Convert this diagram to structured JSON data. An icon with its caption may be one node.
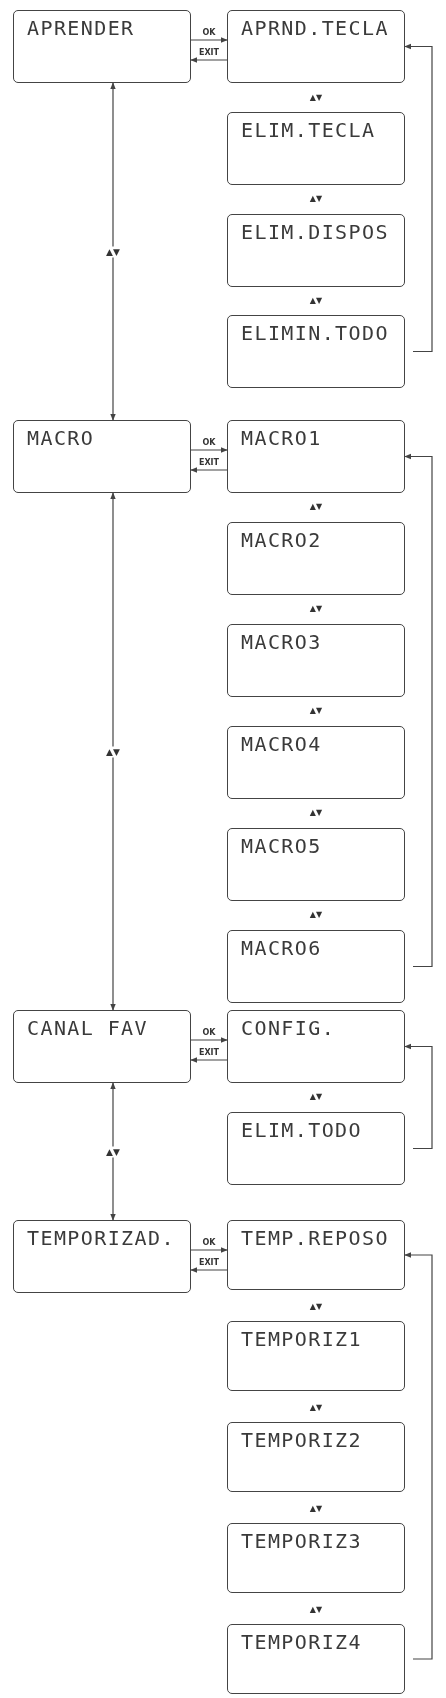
{
  "diagram": {
    "nodes": [
      {
        "text": [
          "APRENDER"
        ]
      },
      {
        "text": [
          "APRND.TECLA"
        ]
      },
      {
        "text": [
          "ELIM.TECLA"
        ]
      },
      {
        "text": [
          "ELIM.DISPOS"
        ]
      },
      {
        "text": [
          "ELIMIN.TODO"
        ]
      },
      {
        "text": [
          "MACRO"
        ]
      },
      {
        "text": [
          "MACRO1"
        ]
      },
      {
        "text": [
          "MACRO2"
        ]
      },
      {
        "text": [
          "MACRO3"
        ]
      },
      {
        "text": [
          "MACRO4"
        ]
      },
      {
        "text": [
          "MACRO5"
        ]
      },
      {
        "text": [
          "MACRO6"
        ]
      },
      {
        "text": [
          "CANAL FAV"
        ]
      },
      {
        "text": [
          "CONFIG."
        ]
      },
      {
        "text": [
          "ELIM.TODO"
        ]
      },
      {
        "text": [
          "TEMPORIZAD."
        ]
      },
      {
        "text": [
          "TEMP.REPOSO"
        ]
      },
      {
        "text": [
          "TEMPORIZ1"
        ]
      },
      {
        "text": [
          "TEMPORIZ2"
        ]
      },
      {
        "text": [
          "TEMPORIZ3"
        ]
      },
      {
        "text": [
          "TEMPORIZ4"
        ]
      }
    ],
    "edges": [
      {
        "from": 0,
        "to": 1,
        "arrow": "to",
        "label": "OK"
      },
      {
        "from": 1,
        "to": 0,
        "arrow": "to",
        "label": "EXIT"
      },
      {
        "from": 4,
        "to": 1,
        "arrow": "to"
      },
      {
        "from": 0,
        "to": 5,
        "arrow": "both",
        "label": "▲▼"
      },
      {
        "from": 5,
        "to": 6,
        "arrow": "to",
        "label": "OK"
      },
      {
        "from": 6,
        "to": 5,
        "arrow": "to",
        "label": "EXIT"
      },
      {
        "from": 11,
        "to": 6,
        "arrow": "to"
      },
      {
        "from": 5,
        "to": 12,
        "arrow": "both",
        "label": "▲▼"
      },
      {
        "from": 12,
        "to": 13,
        "arrow": "to",
        "label": "OK"
      },
      {
        "from": 13,
        "to": 12,
        "arrow": "to",
        "label": "EXIT"
      },
      {
        "from": 14,
        "to": 13,
        "arrow": "to"
      },
      {
        "from": 12,
        "to": 15,
        "arrow": "both",
        "label": "▲▼"
      },
      {
        "from": 15,
        "to": 16,
        "arrow": "to",
        "label": "OK"
      },
      {
        "from": 16,
        "to": 15,
        "arrow": "to",
        "label": "EXIT"
      },
      {
        "from": 20,
        "to": 16,
        "arrow": "to"
      }
    ],
    "labels": [
      "▲▼",
      "▲▼",
      "▲▼",
      "▲▼",
      "▲▼",
      "▲▼",
      "▲▼",
      "▲▼",
      "▲▼",
      "▲▼",
      "▲▼",
      "▲▼",
      "▲▼"
    ]
  }
}
